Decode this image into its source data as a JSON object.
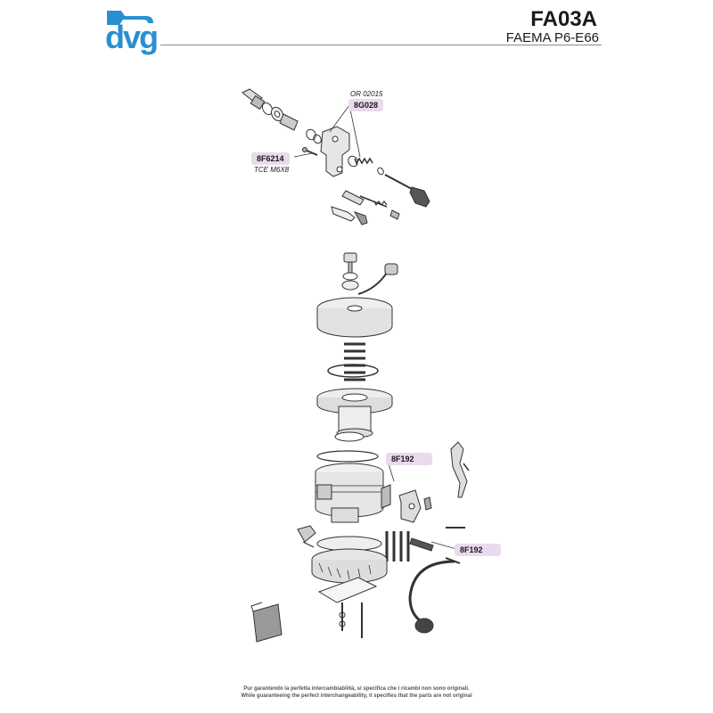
{
  "header": {
    "brand": "dvg",
    "doc_code": "FA03A",
    "model": "FAEMA P6-E66",
    "brand_color": "#2a8fd0"
  },
  "callouts": [
    {
      "part": "8G028",
      "note": "OR 02015"
    },
    {
      "part": "8F6214",
      "note": "TCE M6X8"
    },
    {
      "part": "8F192",
      "note": ""
    },
    {
      "part": "8F192",
      "note": ""
    }
  ],
  "colors": {
    "callout_bg": "#ead9ef",
    "line": "#333333"
  },
  "footer": {
    "line_it": "Pur garantendo la perfetta intercambiabilità, si specifica che i ricambi non sono originali.",
    "line_en": "While guaranteeing the perfect interchangeability, it specifies that the parts are not original"
  }
}
